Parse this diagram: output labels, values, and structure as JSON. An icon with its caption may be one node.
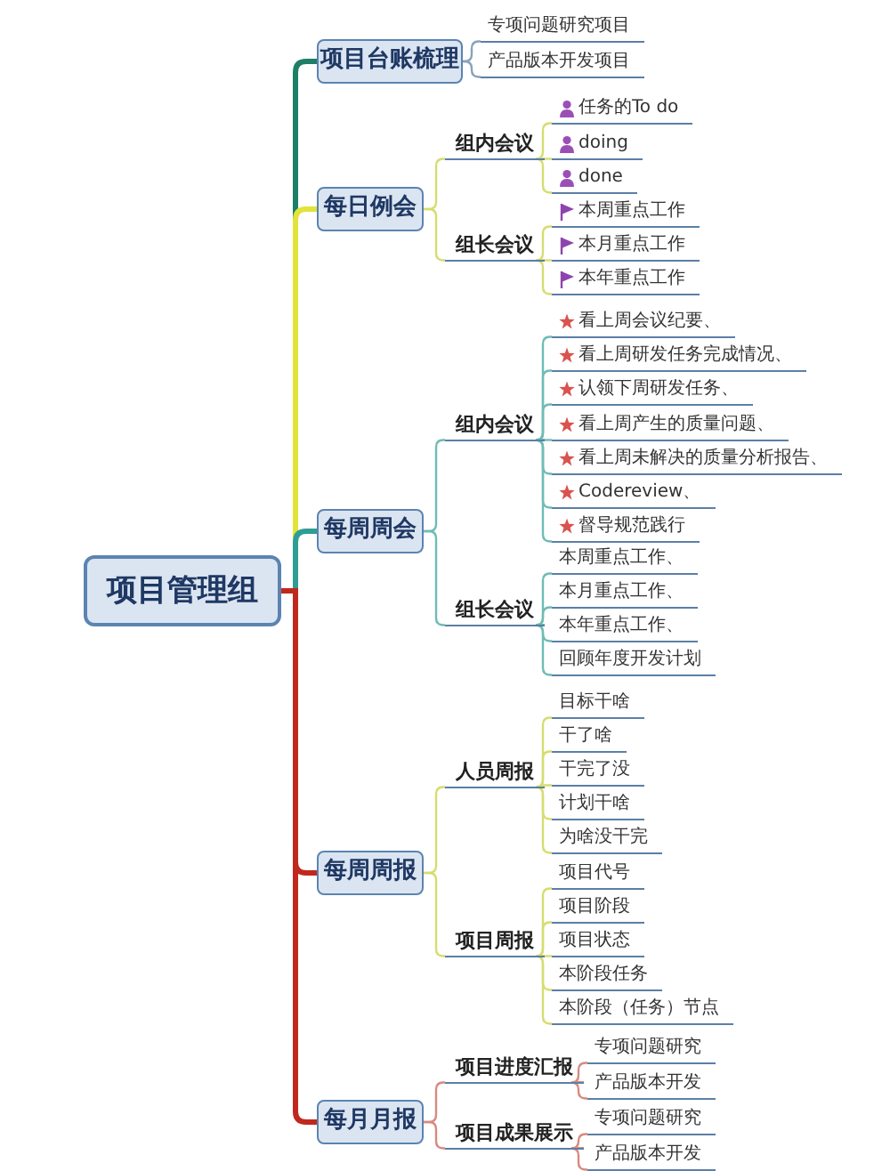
{
  "diagram": {
    "nodes": [
      {
        "text": [
          "项目管理组"
        ]
      },
      {
        "text": [
          "项目台账梳理"
        ]
      },
      {
        "text": [
          "专项问题研究项目"
        ]
      },
      {
        "text": [
          "产品版本开发项目"
        ]
      },
      {
        "text": [
          "每日例会"
        ]
      },
      {
        "text": [
          "组内会议"
        ]
      },
      {
        "text": [
          "任务的To do"
        ]
      },
      {
        "text": [
          "doing"
        ]
      },
      {
        "text": [
          "done"
        ]
      },
      {
        "text": [
          "组长会议"
        ]
      },
      {
        "text": [
          "本周重点工作"
        ]
      },
      {
        "text": [
          "本月重点工作"
        ]
      },
      {
        "text": [
          "本年重点工作"
        ]
      },
      {
        "text": [
          "每周周会"
        ]
      },
      {
        "text": [
          "组内会议"
        ]
      },
      {
        "text": [
          "看上周会议纪要、"
        ]
      },
      {
        "text": [
          "看上周研发任务完成情况、"
        ]
      },
      {
        "text": [
          "认领下周研发任务、"
        ]
      },
      {
        "text": [
          "看上周产生的质量问题、"
        ]
      },
      {
        "text": [
          "看上周未解决的质量分析报告、"
        ]
      },
      {
        "text": [
          "Codereview、"
        ]
      },
      {
        "text": [
          "督导规范践行"
        ]
      },
      {
        "text": [
          "组长会议"
        ]
      },
      {
        "text": [
          "本周重点工作、"
        ]
      },
      {
        "text": [
          "本月重点工作、"
        ]
      },
      {
        "text": [
          "本年重点工作、"
        ]
      },
      {
        "text": [
          "回顾年度开发计划"
        ]
      },
      {
        "text": [
          "每周周报"
        ]
      },
      {
        "text": [
          "人员周报"
        ]
      },
      {
        "text": [
          "目标干啥"
        ]
      },
      {
        "text": [
          "干了啥"
        ]
      },
      {
        "text": [
          "干完了没"
        ]
      },
      {
        "text": [
          "计划干啥"
        ]
      },
      {
        "text": [
          "为啥没干完"
        ]
      },
      {
        "text": [
          "项目周报"
        ]
      },
      {
        "text": [
          "项目代号"
        ]
      },
      {
        "text": [
          "项目阶段"
        ]
      },
      {
        "text": [
          "项目状态"
        ]
      },
      {
        "text": [
          "本阶段任务"
        ]
      },
      {
        "text": [
          "本阶段（任务）节点"
        ]
      },
      {
        "text": [
          "每月月报"
        ]
      },
      {
        "text": [
          "项目进度汇报"
        ]
      },
      {
        "text": [
          "专项问题研究"
        ]
      },
      {
        "text": [
          "产品版本开发"
        ]
      },
      {
        "text": [
          "项目成果展示"
        ]
      },
      {
        "text": [
          "专项问题研究"
        ]
      },
      {
        "text": [
          "产品版本开发"
        ]
      }
    ],
    "edges": [
      {
        "from": 0,
        "to": 1,
        "arrow": "none",
        "style": "thick",
        "color": "#1c7f66"
      },
      {
        "from": 0,
        "to": 4,
        "arrow": "none",
        "style": "thick",
        "color": "#e2e33a"
      },
      {
        "from": 0,
        "to": 13,
        "arrow": "none",
        "style": "thick",
        "color": "#2e9e94"
      },
      {
        "from": 0,
        "to": 27,
        "arrow": "none",
        "style": "thick",
        "color": "#c0281e"
      },
      {
        "from": 0,
        "to": 40,
        "arrow": "none",
        "style": "thick",
        "color": "#c0281e"
      },
      {
        "from": 1,
        "to": 2,
        "arrow": "none",
        "color": "#8aa2bb"
      },
      {
        "from": 1,
        "to": 3,
        "arrow": "none",
        "color": "#8aa2bb"
      },
      {
        "from": 4,
        "to": 5,
        "arrow": "none",
        "color": "#d6dd70"
      },
      {
        "from": 5,
        "to": 6,
        "arrow": "none",
        "color": "#d6dd70"
      },
      {
        "from": 5,
        "to": 7,
        "arrow": "none",
        "color": "#d6dd70"
      },
      {
        "from": 5,
        "to": 8,
        "arrow": "none",
        "color": "#d6dd70"
      },
      {
        "from": 4,
        "to": 9,
        "arrow": "none",
        "color": "#d6dd70"
      },
      {
        "from": 9,
        "to": 10,
        "arrow": "none",
        "color": "#d6dd70"
      },
      {
        "from": 9,
        "to": 11,
        "arrow": "none",
        "color": "#d6dd70"
      },
      {
        "from": 9,
        "to": 12,
        "arrow": "none",
        "color": "#d6dd70"
      },
      {
        "from": 13,
        "to": 14,
        "arrow": "none",
        "color": "#6fbcb4"
      },
      {
        "from": 14,
        "to": 15,
        "arrow": "none",
        "color": "#6fbcb4"
      },
      {
        "from": 14,
        "to": 16,
        "arrow": "none",
        "color": "#6fbcb4"
      },
      {
        "from": 14,
        "to": 17,
        "arrow": "none",
        "color": "#6fbcb4"
      },
      {
        "from": 14,
        "to": 18,
        "arrow": "none",
        "color": "#6fbcb4"
      },
      {
        "from": 14,
        "to": 19,
        "arrow": "none",
        "color": "#6fbcb4"
      },
      {
        "from": 14,
        "to": 20,
        "arrow": "none",
        "color": "#6fbcb4"
      },
      {
        "from": 14,
        "to": 21,
        "arrow": "none",
        "color": "#6fbcb4"
      },
      {
        "from": 13,
        "to": 22,
        "arrow": "none",
        "color": "#6fbcb4"
      },
      {
        "from": 22,
        "to": 23,
        "arrow": "none",
        "color": "#6fbcb4"
      },
      {
        "from": 22,
        "to": 24,
        "arrow": "none",
        "color": "#6fbcb4"
      },
      {
        "from": 22,
        "to": 25,
        "arrow": "none",
        "color": "#6fbcb4"
      },
      {
        "from": 22,
        "to": 26,
        "arrow": "none",
        "color": "#6fbcb4"
      },
      {
        "from": 27,
        "to": 28,
        "arrow": "none",
        "color": "#d6dd70"
      },
      {
        "from": 28,
        "to": 29,
        "arrow": "none",
        "color": "#d6dd70"
      },
      {
        "from": 28,
        "to": 30,
        "arrow": "none",
        "color": "#d6dd70"
      },
      {
        "from": 28,
        "to": 31,
        "arrow": "none",
        "color": "#d6dd70"
      },
      {
        "from": 28,
        "to": 32,
        "arrow": "none",
        "color": "#d6dd70"
      },
      {
        "from": 28,
        "to": 33,
        "arrow": "none",
        "color": "#d6dd70"
      },
      {
        "from": 27,
        "to": 34,
        "arrow": "none",
        "color": "#d6dd70"
      },
      {
        "from": 34,
        "to": 35,
        "arrow": "none",
        "color": "#d6dd70"
      },
      {
        "from": 34,
        "to": 36,
        "arrow": "none",
        "color": "#d6dd70"
      },
      {
        "from": 34,
        "to": 37,
        "arrow": "none",
        "color": "#d6dd70"
      },
      {
        "from": 34,
        "to": 38,
        "arrow": "none",
        "color": "#d6dd70"
      },
      {
        "from": 34,
        "to": 39,
        "arrow": "none",
        "color": "#d6dd70"
      },
      {
        "from": 40,
        "to": 41,
        "arrow": "none",
        "color": "#d88a80"
      },
      {
        "from": 41,
        "to": 42,
        "arrow": "none",
        "color": "#d88a80"
      },
      {
        "from": 41,
        "to": 43,
        "arrow": "none",
        "color": "#d88a80"
      },
      {
        "from": 40,
        "to": 44,
        "arrow": "none",
        "color": "#d88a80"
      },
      {
        "from": 44,
        "to": 45,
        "arrow": "none",
        "color": "#d88a80"
      },
      {
        "from": 44,
        "to": 46,
        "arrow": "none",
        "color": "#d88a80"
      }
    ]
  }
}
